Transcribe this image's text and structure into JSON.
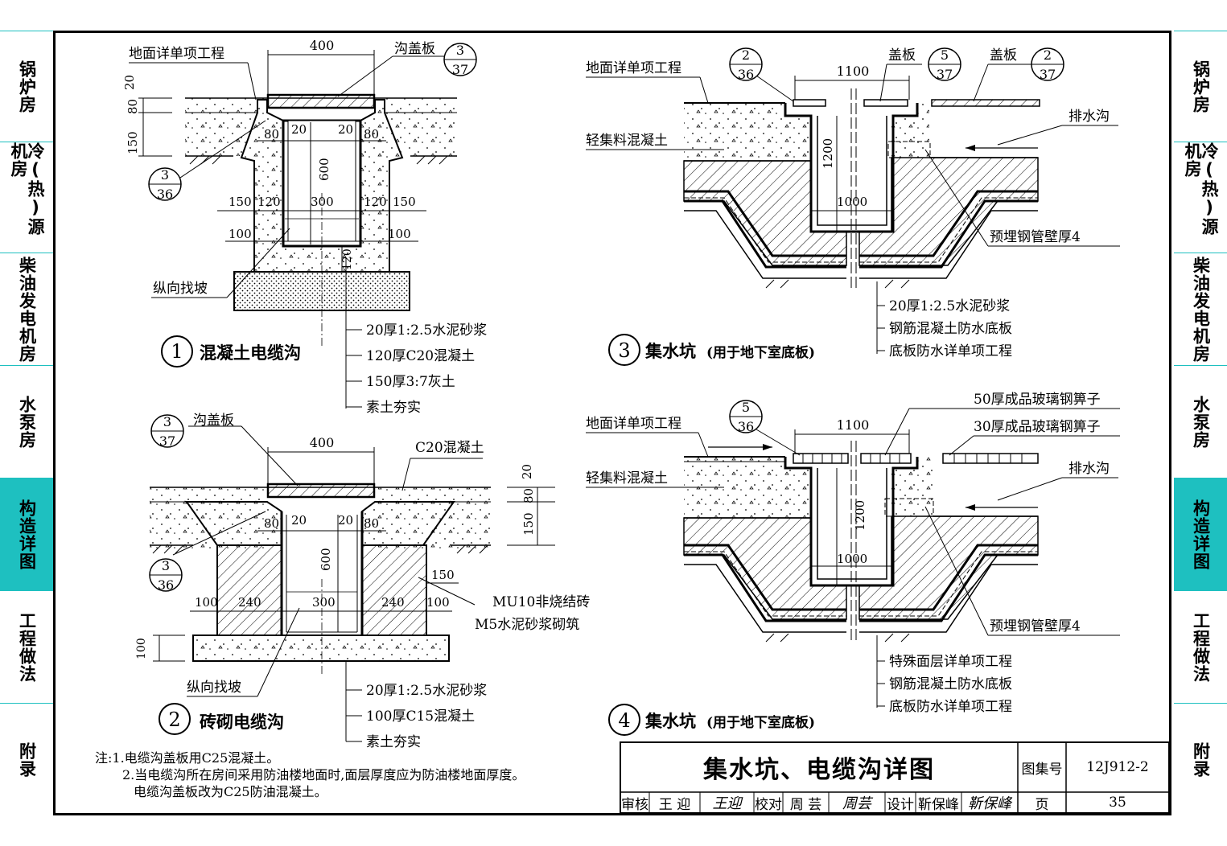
{
  "sidebar": {
    "left_tabs": [
      "锅炉房",
      "冷(热)源机房",
      "柴油发电机房",
      "水泵房",
      "构造详图",
      "工程做法",
      "附录"
    ],
    "right_tabs": [
      "锅炉房",
      "冷(热)源机房",
      "柴油发电机房",
      "水泵房",
      "构造详图",
      "工程做法",
      "附录"
    ],
    "active_tab": "构造详图",
    "accent_color": "#1ec0c0"
  },
  "diagrams": {
    "d1": {
      "number": "1",
      "title": "混凝土电缆沟",
      "labels": {
        "floor_detail": "地面详单项工程",
        "cover": "沟盖板",
        "slope": "纵向找坡"
      },
      "ref_cover": {
        "top": "3",
        "bottom": "37"
      },
      "ref_side": {
        "top": "3",
        "bottom": "36"
      },
      "dims": {
        "width_top": "400",
        "d20": "20",
        "d80": "80",
        "d150": "150",
        "w80a": "80",
        "w20a": "20",
        "w20b": "20",
        "w80b": "80",
        "depth": "600",
        "b150a": "150",
        "b120a": "120",
        "b300": "300",
        "b120b": "120",
        "b150b": "150",
        "b100a": "100",
        "b100b": "100",
        "bottom120": "120"
      },
      "layers": [
        "20厚1:2.5水泥砂浆",
        "120厚C20混凝土",
        "150厚3:7灰土",
        "素土夯实"
      ]
    },
    "d2": {
      "number": "2",
      "title": "砖砌电缆沟",
      "labels": {
        "cover": "沟盖板",
        "concrete": "C20混凝土",
        "brick": "MU10非烧结砖",
        "mortar": "M5水泥砂浆砌筑",
        "slope": "纵向找坡"
      },
      "ref_cover": {
        "top": "3",
        "bottom": "37"
      },
      "ref_side": {
        "top": "3",
        "bottom": "36"
      },
      "dims": {
        "width_top": "400",
        "d20": "20",
        "d80": "80",
        "d150": "150",
        "w80a": "80",
        "w20a": "20",
        "w20b": "20",
        "w80b": "80",
        "depth": "600",
        "side150": "150",
        "b100a": "100",
        "b240a": "240",
        "b300": "300",
        "b240b": "240",
        "b100b": "100",
        "base100": "100"
      },
      "layers": [
        "20厚1:2.5水泥砂浆",
        "100厚C15混凝土",
        "素土夯实"
      ]
    },
    "d3": {
      "number": "3",
      "title": "集水坑",
      "subtitle": "(用于地下室底板)",
      "labels": {
        "floor_detail": "地面详单项工程",
        "light_concrete": "轻集料混凝土",
        "cover_a": "盖板",
        "cover_b": "盖板",
        "drain": "排水沟",
        "pipe": "预埋钢管壁厚4"
      },
      "ref_a": {
        "top": "2",
        "bottom": "36"
      },
      "ref_b": {
        "top": "5",
        "bottom": "37"
      },
      "ref_c": {
        "top": "2",
        "bottom": "37"
      },
      "dims": {
        "width": "1100",
        "depth": "1200",
        "bottom": "1000"
      },
      "layers": [
        "20厚1:2.5水泥砂浆",
        "钢筋混凝土防水底板",
        "底板防水详单项工程"
      ]
    },
    "d4": {
      "number": "4",
      "title": "集水坑",
      "subtitle": "(用于地下室底板)",
      "labels": {
        "floor_detail": "地面详单项工程",
        "light_concrete": "轻集料混凝土",
        "grate50": "50厚成品玻璃钢箅子",
        "grate30": "30厚成品玻璃钢箅子",
        "drain": "排水沟",
        "pipe": "预埋钢管壁厚4"
      },
      "ref_a": {
        "top": "5",
        "bottom": "36"
      },
      "dims": {
        "width": "1100",
        "depth": "1200",
        "bottom": "1000"
      },
      "layers": [
        "特殊面层详单项工程",
        "钢筋混凝土防水底板",
        "底板防水详单项工程"
      ]
    }
  },
  "notes": {
    "label": "注:",
    "items": [
      "1.电缆沟盖板用C25混凝土。",
      "2.当电缆沟所在房间采用防油楼地面时,面层厚度应为防油楼地面厚度。",
      "电缆沟盖板改为C25防油混凝土。"
    ]
  },
  "title_block": {
    "title": "集水坑、电缆沟详图",
    "atlas_label": "图集号",
    "atlas_no": "12J912-2",
    "review_label": "审核",
    "reviewer": "王 迎",
    "reviewer_sig": "王迎",
    "check_label": "校对",
    "checker": "周 芸",
    "checker_sig": "周芸",
    "design_label": "设计",
    "designer": "靳保峰",
    "designer_sig": "靳保峰",
    "page_label": "页",
    "page_no": "35"
  }
}
